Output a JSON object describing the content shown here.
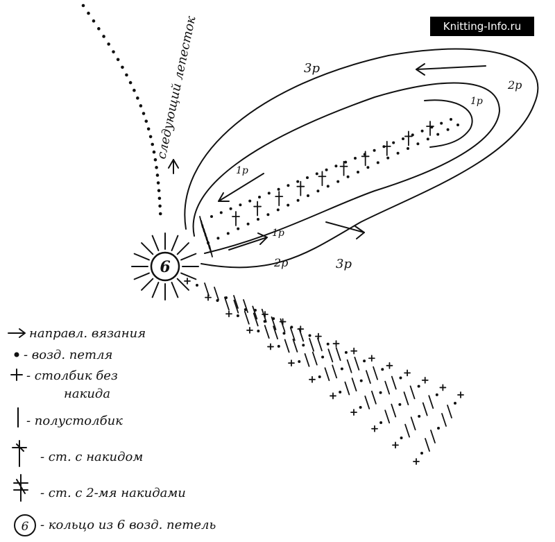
{
  "watermark": "Knitting-Info.ru",
  "next_petal_label": "следующий лепесток",
  "center_ring_label": "6",
  "row_labels": {
    "row1_top": "1р",
    "row1_mid": "1р",
    "row1_bottom": "1р",
    "row2_right": "2р",
    "row2_bottom": "2р",
    "row3_top": "3р",
    "row3_bottom": "3р"
  },
  "legend": [
    {
      "symbol": "→",
      "text": "направл. вязания"
    },
    {
      "symbol": "•",
      "text": "- возд. петля"
    },
    {
      "symbol": "+",
      "text": "- столбик без"
    },
    {
      "symbol": "",
      "text": "накида"
    },
    {
      "symbol": "|",
      "text": "- полустолбик"
    },
    {
      "symbol": "†",
      "text": "- ст. с накидом"
    },
    {
      "symbol": "‡",
      "text": "- ст. с 2-мя накидами"
    },
    {
      "symbol": "6",
      "text": "- кольцо из 6 возд. петель"
    }
  ]
}
